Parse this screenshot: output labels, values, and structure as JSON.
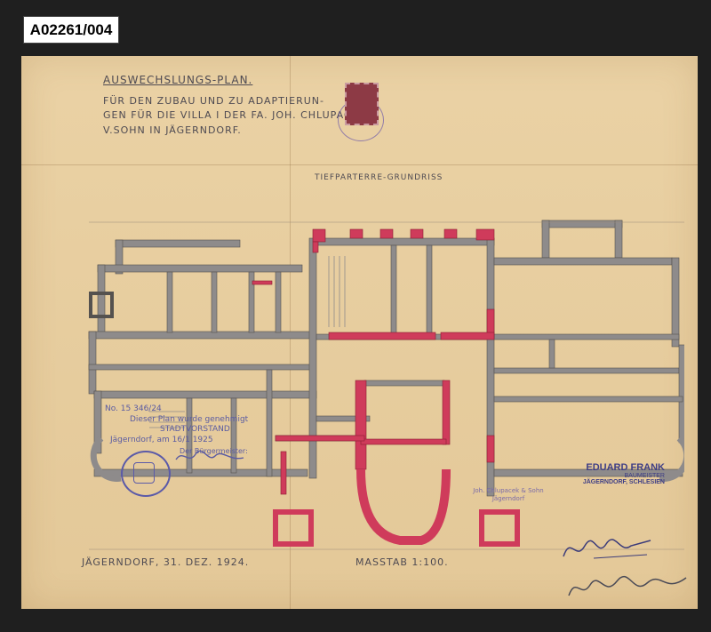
{
  "reference_label": "A02261/004",
  "header": {
    "title": "Auswechslungs-Plan.",
    "subtitle_line_1": "für den Zubau und zu Adaptierun-",
    "subtitle_line_2": "gen für die Villa I der Fa. Joh. Chlupacek",
    "subtitle_line_3": "v.Sohn in Jägerndorf."
  },
  "plan_title": "Tiefparterre-Grundriss",
  "footer": {
    "place_date": "Jägerndorf, 31. Dez. 1924.",
    "scale": "Masstab 1:100."
  },
  "approval": {
    "number": "No. 15 346/24",
    "line_1": "Dieser Plan wurde genehmigt",
    "line_2": "STADTVORSTAND",
    "line_3": "Jägerndorf, am 16/1 1925",
    "line_4": "Der Bürgermeister:"
  },
  "firm_stamp": {
    "line_1": "Joh. Chlupacek & Sohn",
    "line_2": "Jägerndorf"
  },
  "architect": {
    "name": "EDUARD FRANK",
    "role": "BAUMEISTER",
    "city": "JÄGERNDORF, SCHLESIEN"
  },
  "colors": {
    "paper": "#e9cf9f",
    "wall_existing": "#8e8b8b",
    "wall_new": "#cf3b5b",
    "ink": "#4e4a52",
    "stamp_ink": "#5a5ba2"
  }
}
